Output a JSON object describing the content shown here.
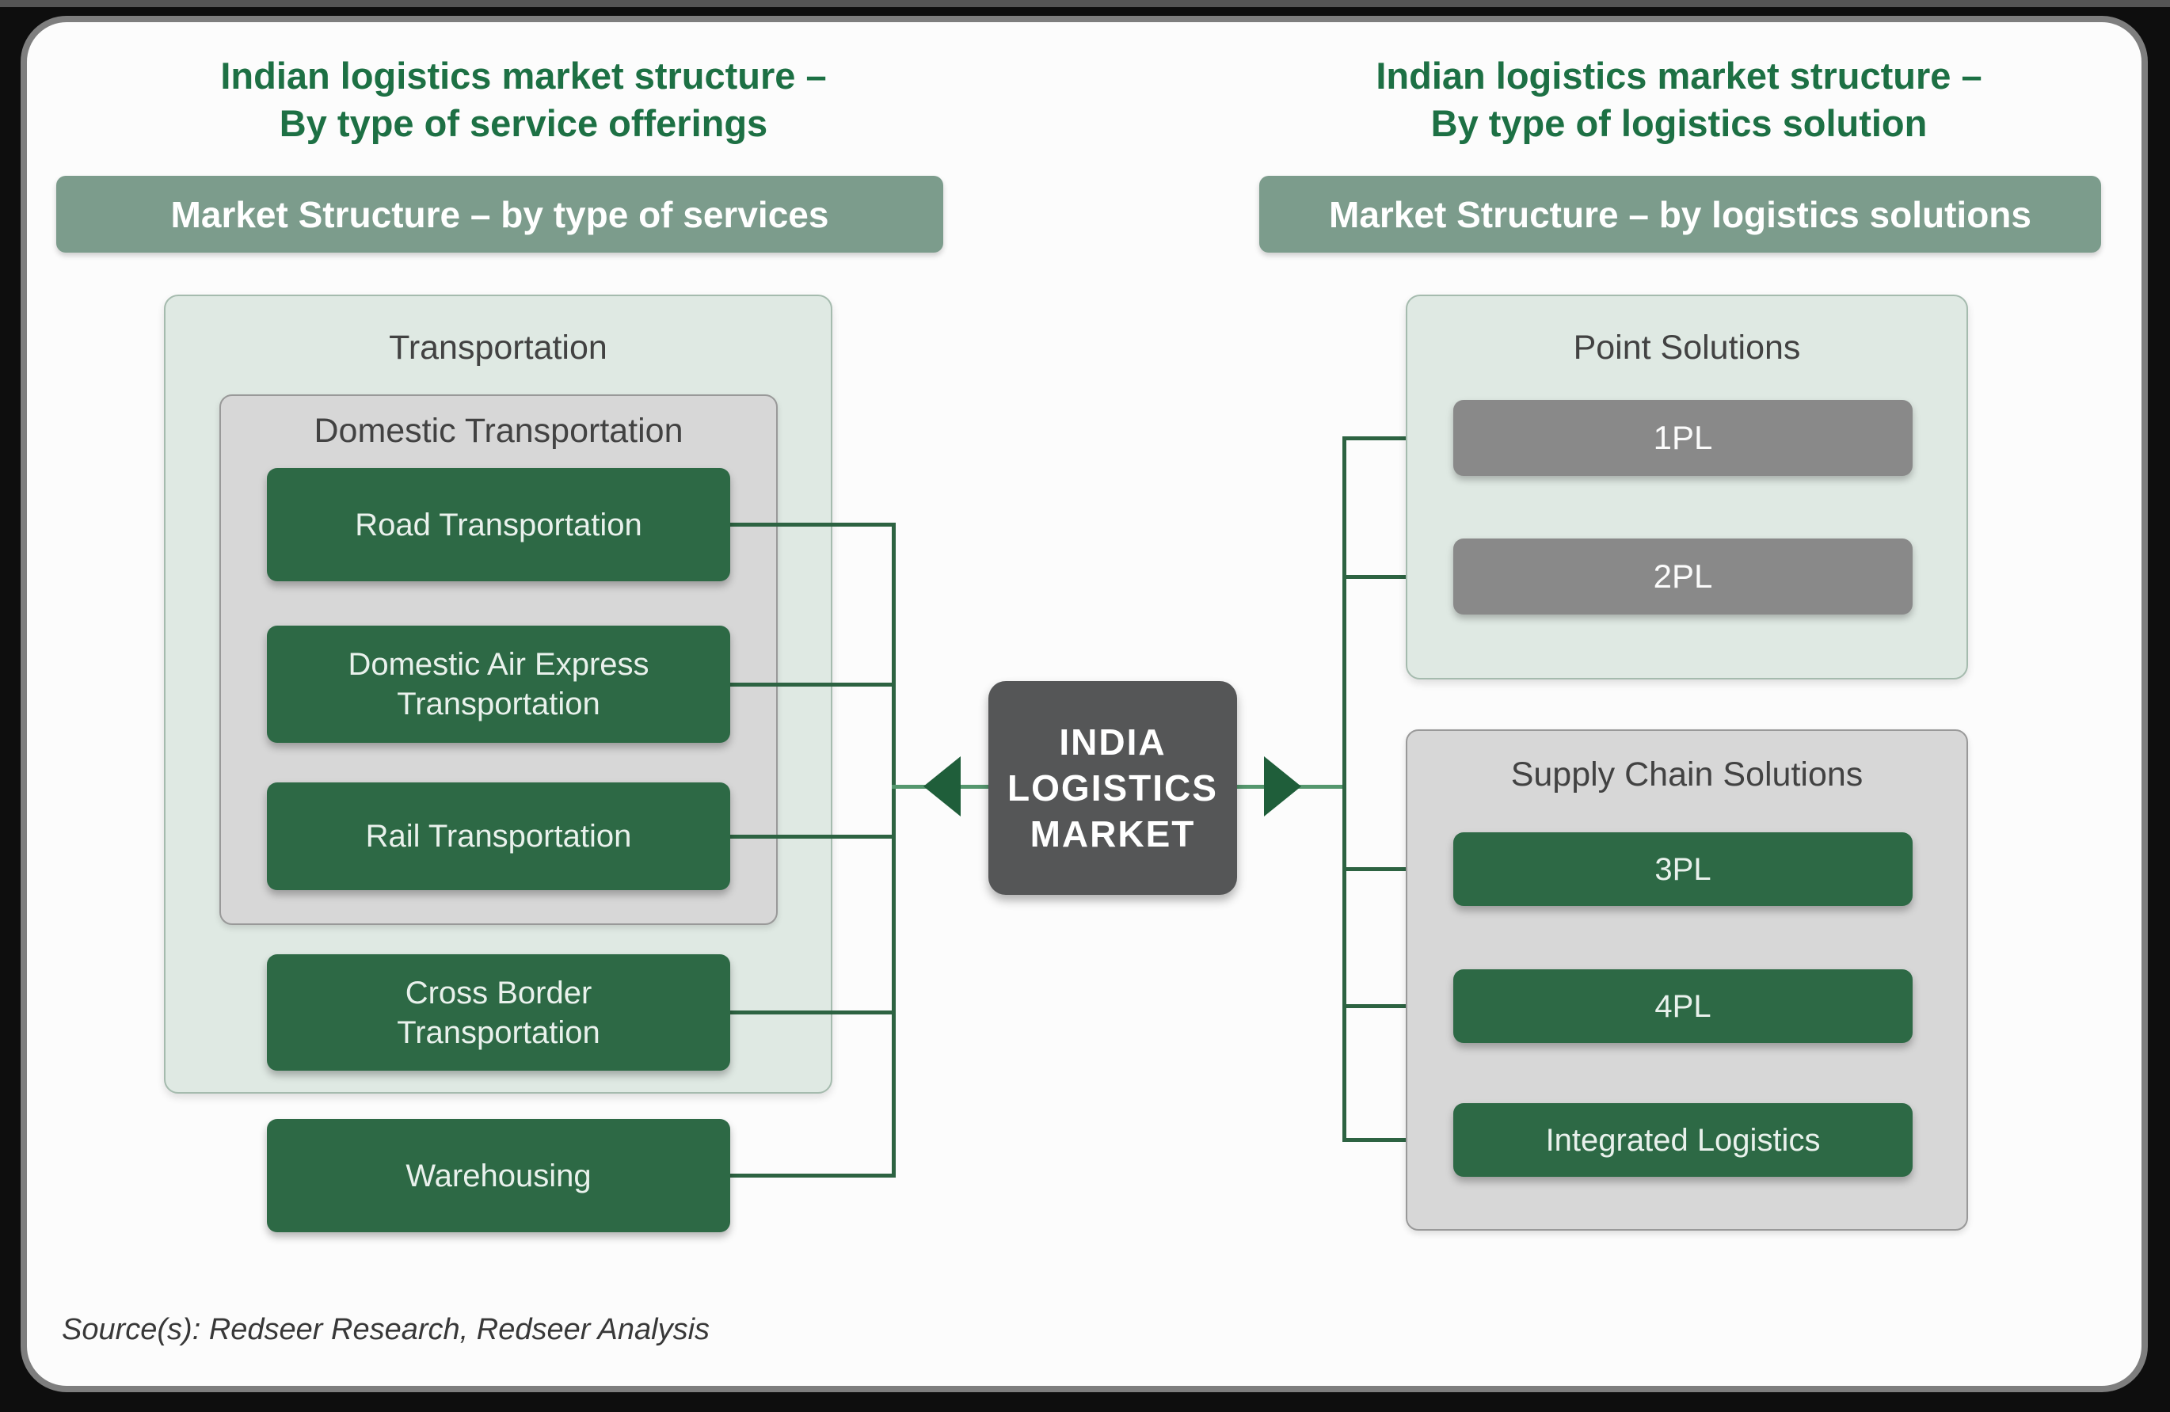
{
  "colors": {
    "title_green": "#1d7044",
    "banner_bg": "#7c9c8c",
    "panel_mint_bg": "#dfe9e3",
    "panel_gray_bg": "#d7d7d7",
    "box_green_bg": "#2d6945",
    "box_gray_bg": "#898989",
    "center_box_bg": "#555657",
    "connector_green": "#2d6342",
    "connector_light_green": "#55976e",
    "arrow_green": "#1f5e3a"
  },
  "left": {
    "title_line1": "Indian logistics market structure –",
    "title_line2": "By type of service offerings",
    "banner": "Market Structure – by type of services",
    "group_label": "Transportation",
    "subgroup_label": "Domestic Transportation",
    "boxes": [
      {
        "lines": [
          "Road Transportation"
        ]
      },
      {
        "lines": [
          "Domestic Air Express",
          "Transportation"
        ]
      },
      {
        "lines": [
          "Rail Transportation"
        ]
      },
      {
        "lines": [
          "Cross Border",
          "Transportation"
        ]
      },
      {
        "lines": [
          "Warehousing"
        ]
      }
    ]
  },
  "center": {
    "lines": [
      "INDIA",
      "LOGISTICS",
      "MARKET"
    ]
  },
  "right": {
    "title_line1": "Indian logistics market structure –",
    "title_line2": "By type of logistics solution",
    "banner": "Market Structure – by logistics solutions",
    "point_group_label": "Point Solutions",
    "supply_group_label": "Supply Chain Solutions",
    "point_boxes": [
      {
        "label": "1PL"
      },
      {
        "label": "2PL"
      }
    ],
    "supply_boxes": [
      {
        "label": "3PL"
      },
      {
        "label": "4PL"
      },
      {
        "label": "Integrated Logistics"
      }
    ]
  },
  "footer": {
    "source": "Source(s): Redseer Research, Redseer Analysis"
  }
}
